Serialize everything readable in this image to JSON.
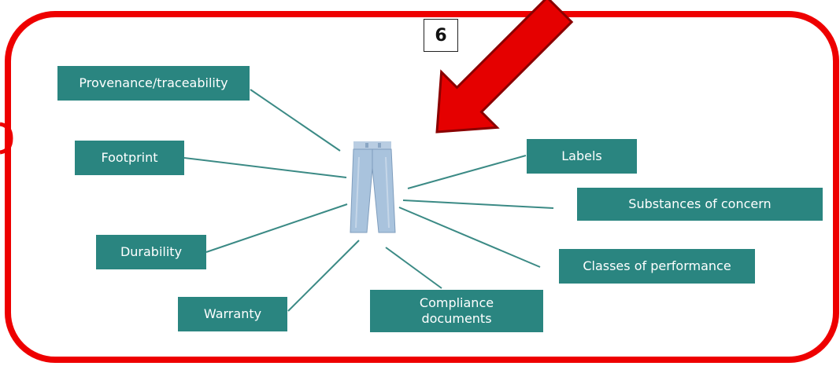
{
  "step_number": "6",
  "colors": {
    "frame": "#ee0000",
    "box_fill": "#2a8580",
    "box_text": "#ffffff",
    "connector": "#3b8a85",
    "arrow": "#e50000"
  },
  "center_icon": "jeans-icon",
  "attributes": {
    "provenance": "Provenance/traceability",
    "footprint": "Footprint",
    "durability": "Durability",
    "warranty": "Warranty",
    "compliance": "Compliance documents",
    "labels": "Labels",
    "substances": "Substances of concern",
    "performance": "Classes of performance"
  }
}
